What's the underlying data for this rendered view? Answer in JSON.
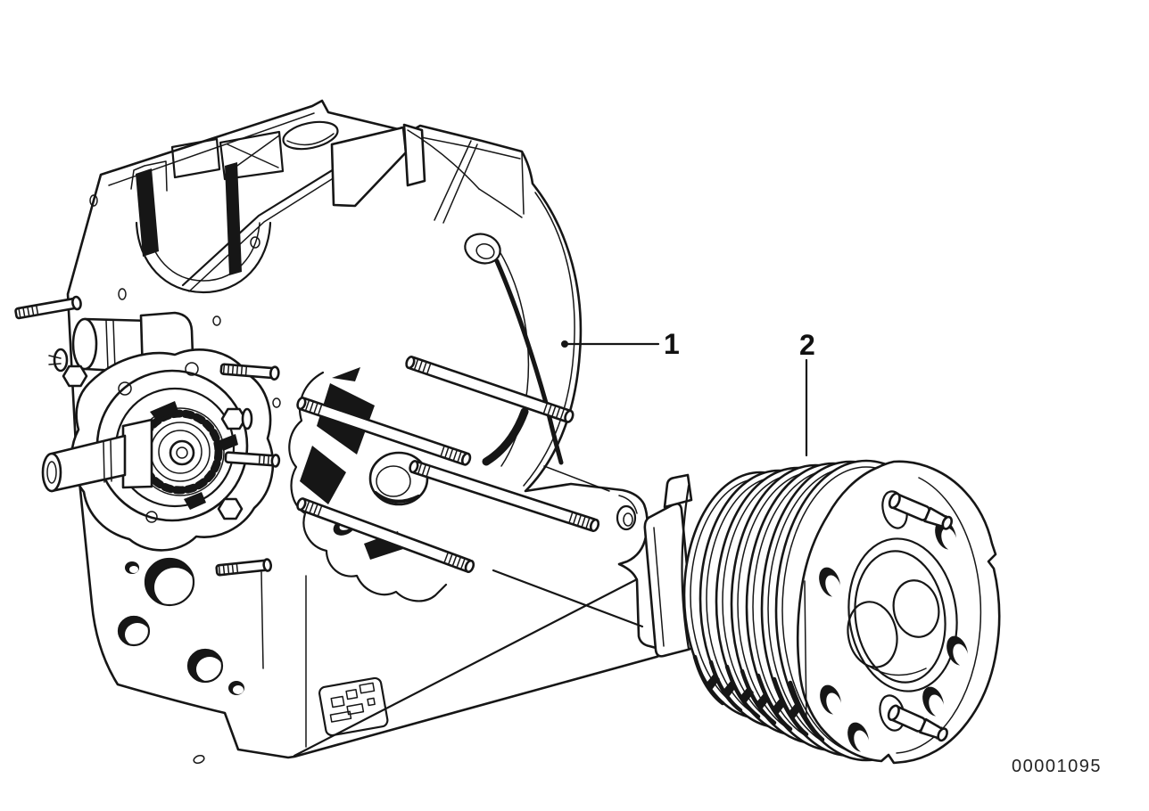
{
  "diagram": {
    "background_color": "#ffffff",
    "ink_color": "#161616",
    "callouts": [
      {
        "label": "1",
        "target": "engine-block"
      },
      {
        "label": "2",
        "target": "cylinder"
      }
    ],
    "drawing_number": "00001095"
  }
}
